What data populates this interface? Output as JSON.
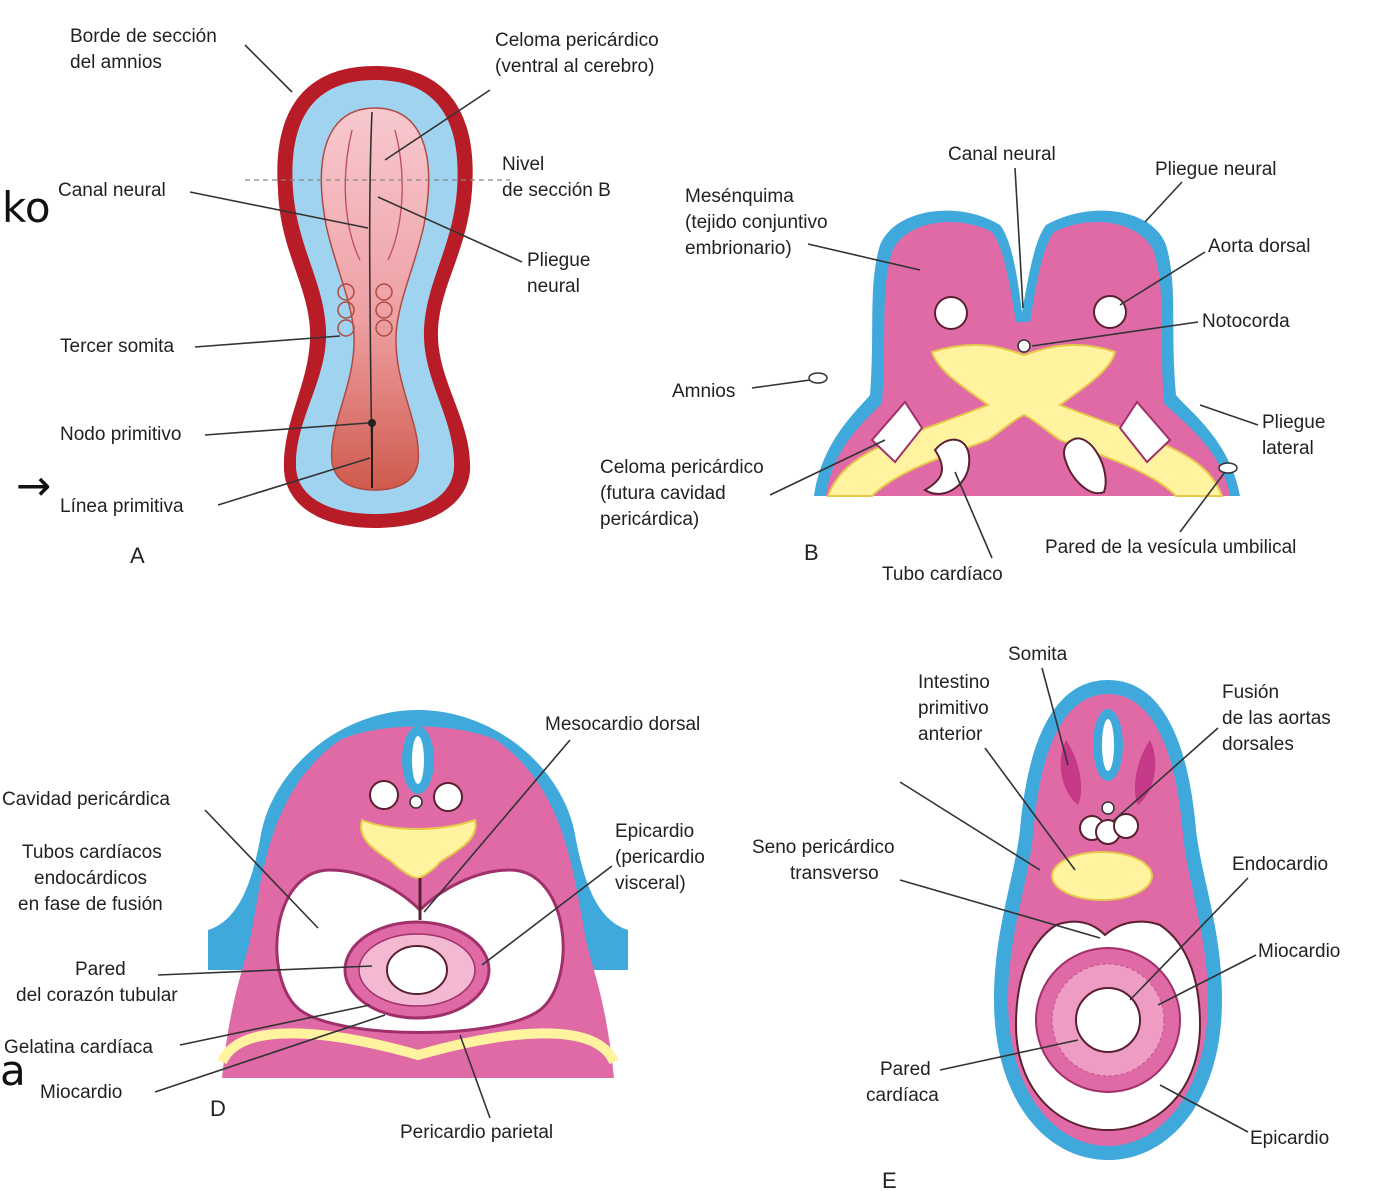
{
  "colors": {
    "amnion_red": "#b81c26",
    "ectoderm_blue": "#3fa9dc",
    "light_blue": "#9fd3f0",
    "mesenchyme_pink": "#e06aa6",
    "embryo_pink": "#f2b5bf",
    "endoderm_yellow": "#fff3a0",
    "primitive_streak": "#c84a3c"
  },
  "stray_text": {
    "ko": "ko",
    "arrow": "→",
    "a": "a"
  },
  "panel_a": {
    "letter": "A",
    "labels": {
      "borde_1": "Borde de sección",
      "borde_2": "del amnios",
      "celoma_1": "Celoma pericárdico",
      "celoma_2": "(ventral al cerebro)",
      "nivel_1": "Nivel",
      "nivel_2": "de sección B",
      "canal": "Canal neural",
      "pliegue_1": "Pliegue",
      "pliegue_2": "neural",
      "somita": "Tercer somita",
      "nodo": "Nodo primitivo",
      "linea": "Línea primitiva"
    }
  },
  "panel_b": {
    "letter": "B",
    "labels": {
      "canal": "Canal neural",
      "pliegue_neural": "Pliegue neural",
      "mes_1": "Mesénquima",
      "mes_2": "(tejido conjuntivo",
      "mes_3": "embrionario)",
      "aorta": "Aorta dorsal",
      "notocorda": "Notocorda",
      "amnios": "Amnios",
      "pl_lat_1": "Pliegue",
      "pl_lat_2": "lateral",
      "celoma_1": "Celoma pericárdico",
      "celoma_2": "(futura cavidad",
      "celoma_3": "pericárdica)",
      "pared": "Pared de la vesícula umbilical",
      "tubo": "Tubo cardíaco"
    }
  },
  "panel_d": {
    "letter": "D",
    "labels": {
      "mesocardio": "Mesocardio dorsal",
      "cavidad": "Cavidad pericárdica",
      "epi_1": "Epicardio",
      "epi_2": "(pericardio",
      "epi_3": "visceral)",
      "tubos_1": "Tubos cardíacos",
      "tubos_2": "endocárdicos",
      "tubos_3": "en fase de fusión",
      "pared_1": "Pared",
      "pared_2": "del corazón tubular",
      "gelatina": "Gelatina cardíaca",
      "miocardio": "Miocardio",
      "parietal": "Pericardio parietal"
    }
  },
  "panel_e": {
    "letter": "E",
    "labels": {
      "somita": "Somita",
      "int_1": "Intestino",
      "int_2": "primitivo",
      "int_3": "anterior",
      "fusion_1": "Fusión",
      "fusion_2": "de las aortas",
      "fusion_3": "dorsales",
      "seno_1": "Seno pericárdico",
      "seno_2": "transverso",
      "endocardio": "Endocardio",
      "miocardio": "Miocardio",
      "pared_1": "Pared",
      "pared_2": "cardíaca",
      "epicardio": "Epicardio"
    }
  }
}
